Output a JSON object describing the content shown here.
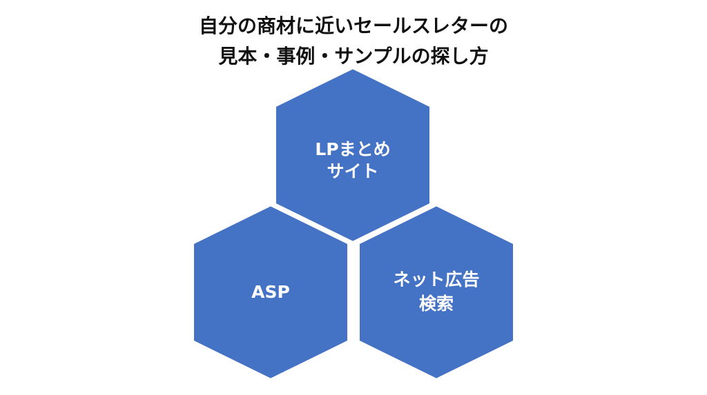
{
  "title": {
    "line1": "自分の商材に近いセールスレターの",
    "line2": "見本・事例・サンプルの探し方"
  },
  "colors": {
    "hex_fill": "#4472C4",
    "hex_stroke": "#ffffff",
    "text": "#ffffff"
  },
  "hexagons": {
    "top": {
      "line1": "LPまとめ",
      "line2": "サイト"
    },
    "left": {
      "line1": "ASP"
    },
    "right": {
      "line1": "ネット広告",
      "line2": "検索"
    }
  }
}
